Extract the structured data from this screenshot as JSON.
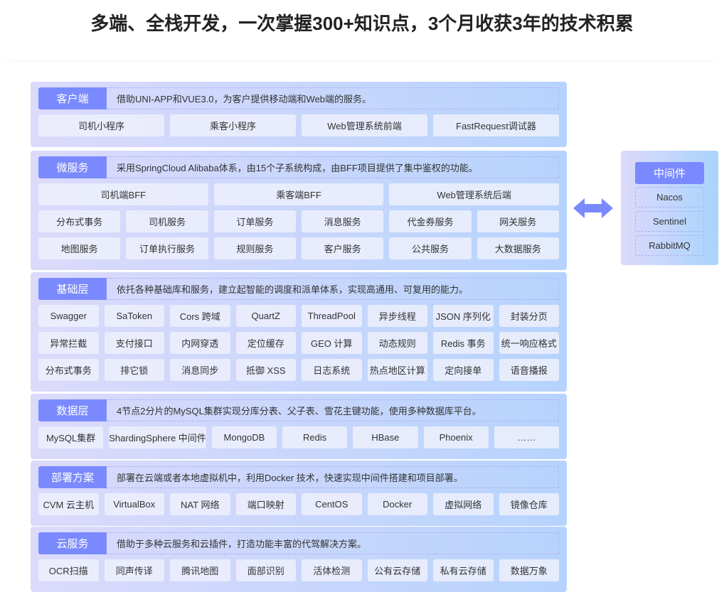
{
  "title": "多端、全栈开发，一次掌握300+知识点，3个月收获3年的技术积累",
  "colors": {
    "label": "#7a8afe",
    "section_from": "#dcdafb",
    "section_to": "#b6d3fd"
  },
  "sections": [
    {
      "label": "客户端",
      "desc": "借助UNI-APP和VUE3.0，为客户提供移动端和Web端的服务。",
      "rows": [
        [
          "司机小程序",
          "乘客小程序",
          "Web管理系统前端",
          "FastRequest调试器"
        ]
      ]
    },
    {
      "label": "微服务",
      "desc": "采用SpringCloud Alibaba体系，由15个子系统构成，由BFF项目提供了集中鉴权的功能。",
      "rows": [
        [
          "司机端BFF",
          "乘客端BFF",
          "Web管理系统后端"
        ],
        [
          "分布式事务",
          "司机服务",
          "订单服务",
          "消息服务",
          "代金券服务",
          "网关服务"
        ],
        [
          "地图服务",
          "订单执行服务",
          "规则服务",
          "客户服务",
          "公共服务",
          "大数据服务"
        ]
      ]
    },
    {
      "label": "基础层",
      "desc": "依托各种基础库和服务，建立起智能的调度和派单体系，实现高通用、可复用的能力。",
      "rows": [
        [
          "Swagger",
          "SaToken",
          "Cors 跨域",
          "QuartZ",
          "ThreadPool",
          "异步线程",
          "JSON 序列化",
          "封装分页"
        ],
        [
          "异常拦截",
          "支付接口",
          "内网穿透",
          "定位缓存",
          "GEO 计算",
          "动态规则",
          "Redis 事务",
          "统一响应格式"
        ],
        [
          "分布式事务",
          "排它锁",
          "消息同步",
          "抵御 XSS",
          "日志系统",
          "热点地区计算",
          "定向接单",
          "语音播报"
        ]
      ]
    },
    {
      "label": "数据层",
      "desc": "4节点2分片的MySQL集群实现分库分表、父子表、雪花主键功能，使用多种数据库平台。",
      "rows": [
        [
          "MySQL集群",
          "ShardingSphere 中间件",
          "MongoDB",
          "Redis",
          "HBase",
          "Phoenix",
          "……"
        ]
      ]
    },
    {
      "label": "部署方案",
      "desc": "部署在云端或者本地虚拟机中，利用Docker 技术，快速实现中间件搭建和项目部署。",
      "rows": [
        [
          "CVM 云主机",
          "VirtualBox",
          "NAT 网络",
          "端口映射",
          "CentOS",
          "Docker",
          "虚拟网络",
          "镜像仓库"
        ]
      ]
    },
    {
      "label": "云服务",
      "desc": "借助于多种云服务和云插件，打造功能丰富的代驾解决方案。",
      "rows": [
        [
          "OCR扫描",
          "同声传译",
          "腾讯地图",
          "面部识别",
          "活体检测",
          "公有云存储",
          "私有云存储",
          "数据万象"
        ]
      ]
    }
  ],
  "middleware": {
    "label": "中间件",
    "items": [
      "Nacos",
      "Sentinel",
      "RabbitMQ"
    ]
  }
}
